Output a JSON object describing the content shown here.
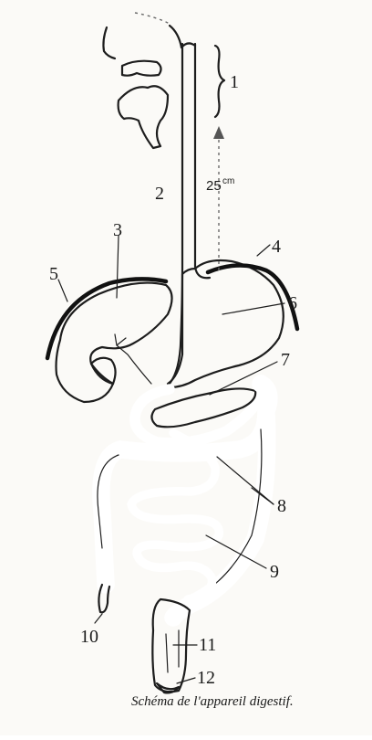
{
  "caption": "Schéma de l'appareil digestif.",
  "measurement": {
    "value": "25",
    "unit": "cm"
  },
  "labels": {
    "n1": "1",
    "n2": "2",
    "n3": "3",
    "n4": "4",
    "n5": "5",
    "n6": "6",
    "n7": "7",
    "n8": "8",
    "n9": "9",
    "n10": "10",
    "n11": "11",
    "n12": "12"
  },
  "colors": {
    "ink": "#1d1d1d",
    "paper": "#fbfaf7",
    "shade": "#8a8a8a"
  }
}
